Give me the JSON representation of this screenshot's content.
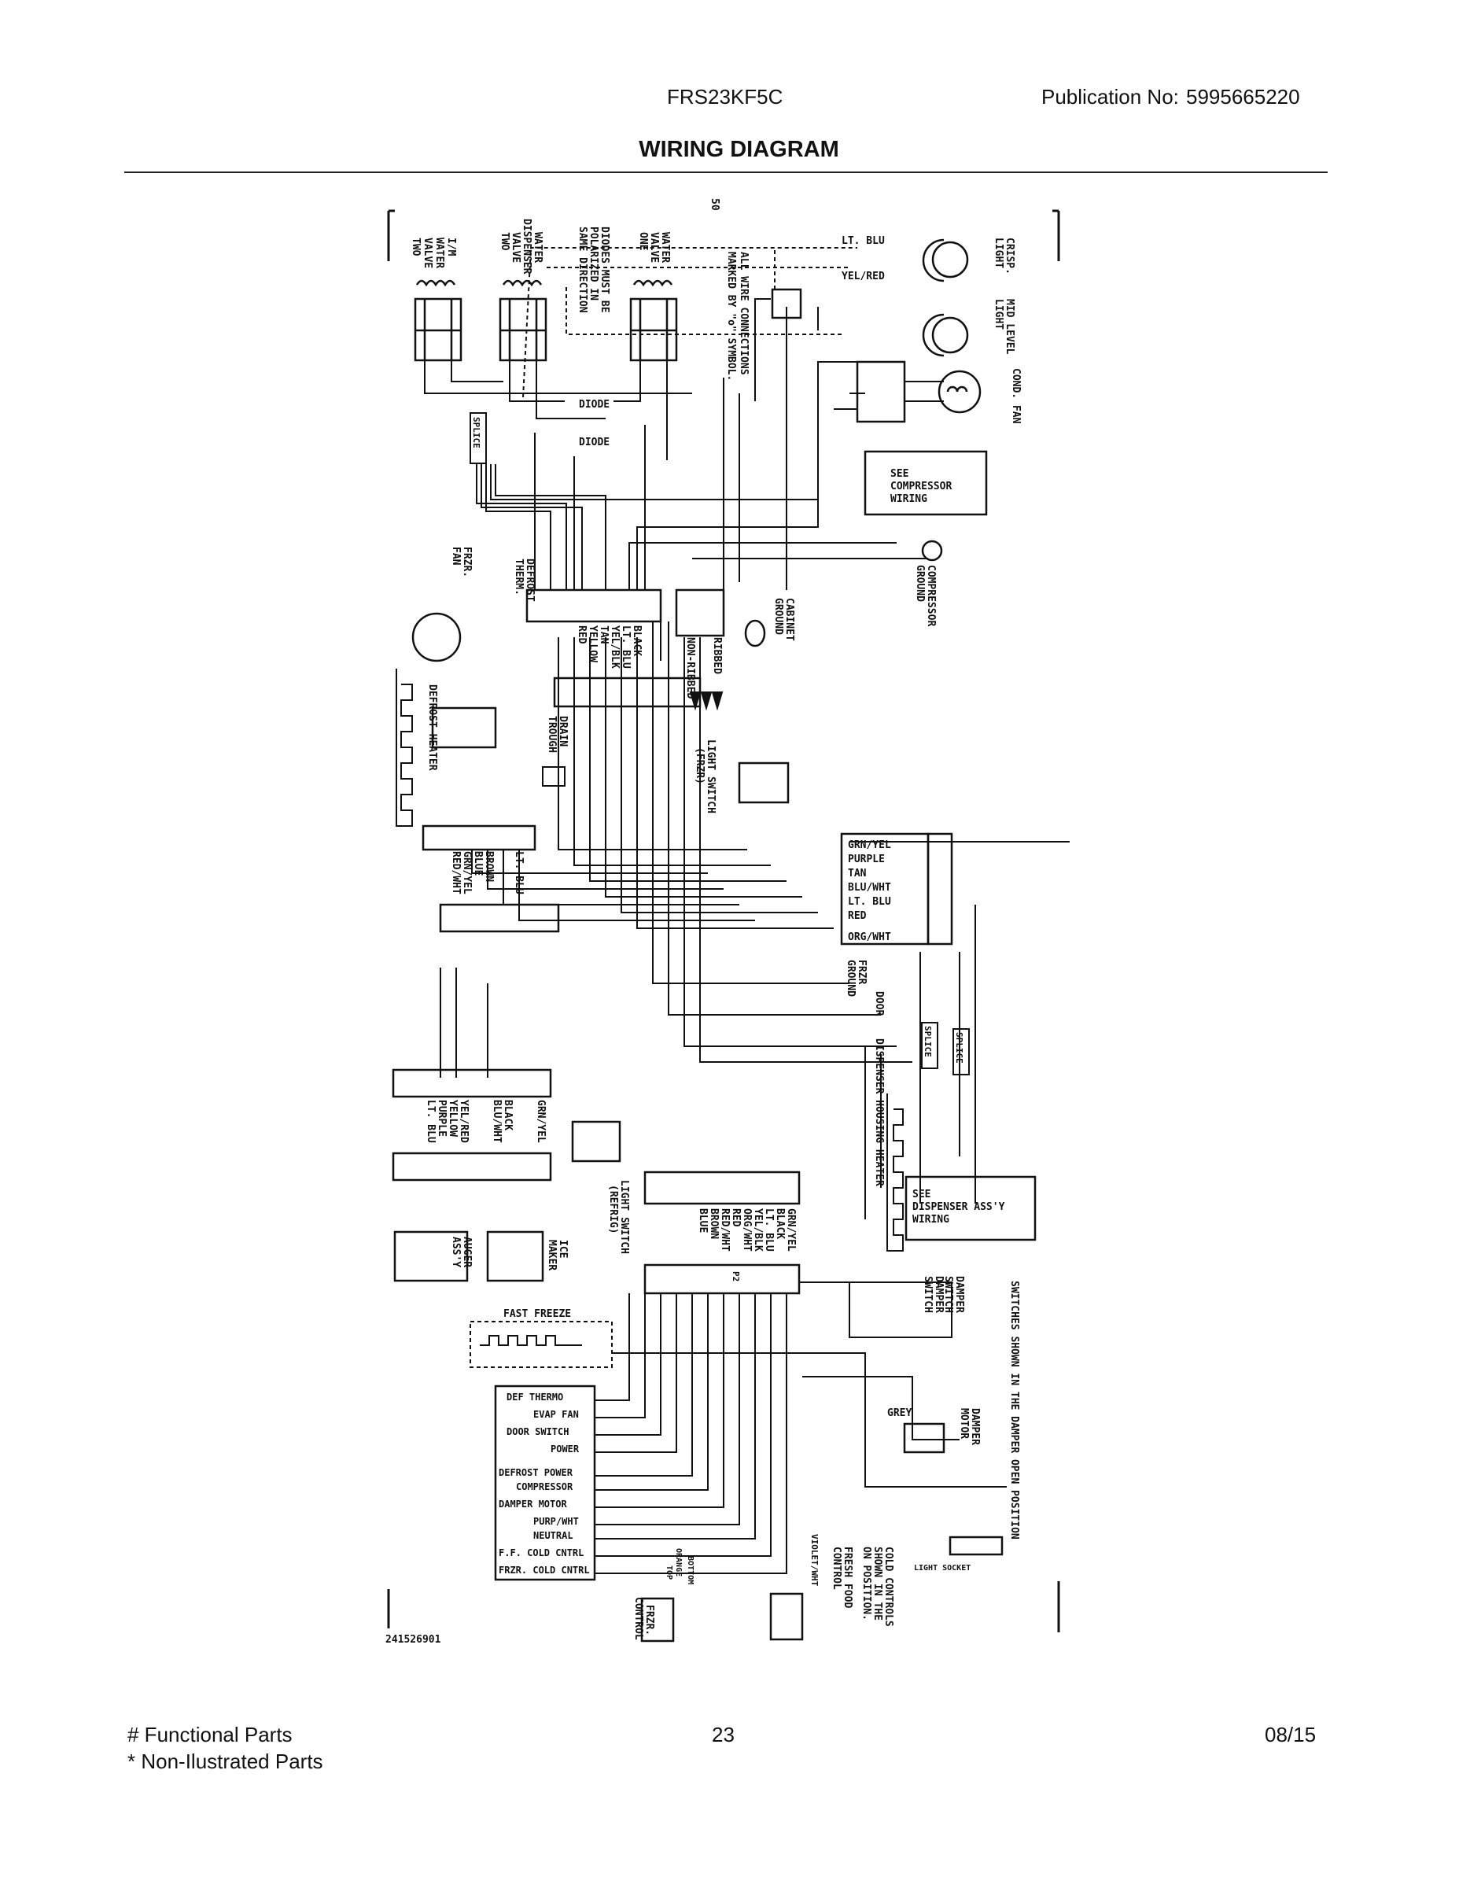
{
  "header": {
    "model": "FRS23KF5C",
    "publication_label": "Publication No:",
    "publication_number": "5995665220",
    "title": "WIRING DIAGRAM"
  },
  "footer": {
    "functional_parts": "# Functional Parts",
    "non_illustrated_parts": "* Non-Ilustrated Parts",
    "page_number": "23",
    "date": "08/15"
  },
  "diagram": {
    "drawing_number": "241526901",
    "sheet_mark": "50",
    "notes": {
      "wire_connections": [
        "ALL WIRE CONNECTIONS",
        "MARKED BY \"o\" SYMBOL."
      ],
      "diodes": [
        "DIODES MUST BE",
        "POLARIZED IN",
        "SAME DIRECTION"
      ],
      "switches": "SWITCHES SHOWN IN THE DAMPER OPEN POSITION",
      "cold_controls": [
        "COLD CONTROLS",
        "SHOWN IN THE",
        "ON POSITION."
      ]
    },
    "components": {
      "im_water_valve_two": [
        "I/M",
        "WATER",
        "VALVE",
        "TWO"
      ],
      "water_dispenser_valve_two": [
        "WATER",
        "DISPENSER",
        "VALVE",
        "TWO"
      ],
      "water_valve_one": [
        "WATER",
        "VALVE",
        "ONE"
      ],
      "diode": "DIODE",
      "splice": "SPLICE",
      "crisp_light": [
        "CRISP.",
        "LIGHT"
      ],
      "mid_level_light": [
        "MID LEVEL",
        "LIGHT"
      ],
      "cond_fan": [
        "COND. FAN"
      ],
      "compressor_wiring": [
        "SEE",
        "COMPRESSOR",
        "WIRING"
      ],
      "compressor_ground": [
        "COMPRESSOR",
        "GROUND"
      ],
      "cabinet_ground": [
        "CABINET",
        "GROUND"
      ],
      "frzr_fan": [
        "FRZR.",
        "FAN"
      ],
      "defrost_therm": [
        "DEFROST",
        "THERM."
      ],
      "defrost_heater": "DEFROST HEATER",
      "drain_trough": [
        "DRAIN",
        "TROUGH"
      ],
      "ribbed": "RIBBED",
      "non_ribbed": "NON-RIBBED",
      "light_switch_frzr": [
        "LIGHT SWITCH",
        "(FRZR)"
      ],
      "frzr_ground": [
        "FRZR",
        "GROUND"
      ],
      "door": "DOOR",
      "dispenser_housing_heater": "DISPENSER HOUSING HEATER",
      "dispenser_assy_wiring": [
        "SEE",
        "DISPENSER ASS'Y",
        "WIRING"
      ],
      "light_switch_refrig": [
        "LIGHT SWITCH",
        "(REFRIG)"
      ],
      "auger_assy": [
        "AUGER",
        "ASS'Y"
      ],
      "ice_maker": [
        "ICE",
        "MAKER"
      ],
      "fast_freeze": "FAST FREEZE",
      "p2": "P2",
      "damper_switch": [
        "DAMPER",
        "SWITCH"
      ],
      "damper_motor": [
        "DAMPER",
        "MOTOR"
      ],
      "grey": "GREY",
      "light_socket": "LIGHT SOCKET",
      "violet_wht": "VIOLET/WHT",
      "orange": "ORANGE",
      "top": "TOP",
      "bottom": "BOTTOM",
      "frzr_control": [
        "FRZR.",
        "CONTROL"
      ],
      "fresh_food_control": [
        "FRESH FOOD",
        "CONTROL"
      ]
    },
    "wire_colors": {
      "top_lights": [
        "LT. BLU",
        "YEL/RED"
      ],
      "upper_connector": [
        "BLACK",
        "LT. BLU",
        "YEL/BLK",
        "TAN",
        "YELLOW",
        "RED"
      ],
      "defrost_connector": [
        "LT. BLU",
        "BROWN",
        "BLUE",
        "GRN/YEL",
        "RED/WHT"
      ],
      "door_harness": [
        "GRN/YEL",
        "PURPLE",
        "TAN",
        "BLU/WHT",
        "LT. BLU",
        "RED",
        "ORG/WHT"
      ],
      "ice_connector": [
        "GRN/YEL",
        "BLACK",
        "BLU/WHT",
        "YEL/RED",
        "YELLOW",
        "PURPLE",
        "LT. BLU"
      ],
      "main_connector": [
        "GRN/YEL",
        "BLACK",
        "LT. BLU",
        "YEL/BLK",
        "ORG/WHT",
        "RED",
        "RED/WHT",
        "BROWN",
        "BLUE"
      ]
    },
    "control_terminals": [
      "DEF THERMO",
      "EVAP FAN",
      "DOOR SWITCH",
      "POWER",
      "DEFROST POWER",
      "COMPRESSOR",
      "DAMPER MOTOR",
      "PURP/WHT",
      "NEUTRAL",
      "F.F. COLD CNTRL",
      "FRZR. COLD CNTRL"
    ]
  }
}
